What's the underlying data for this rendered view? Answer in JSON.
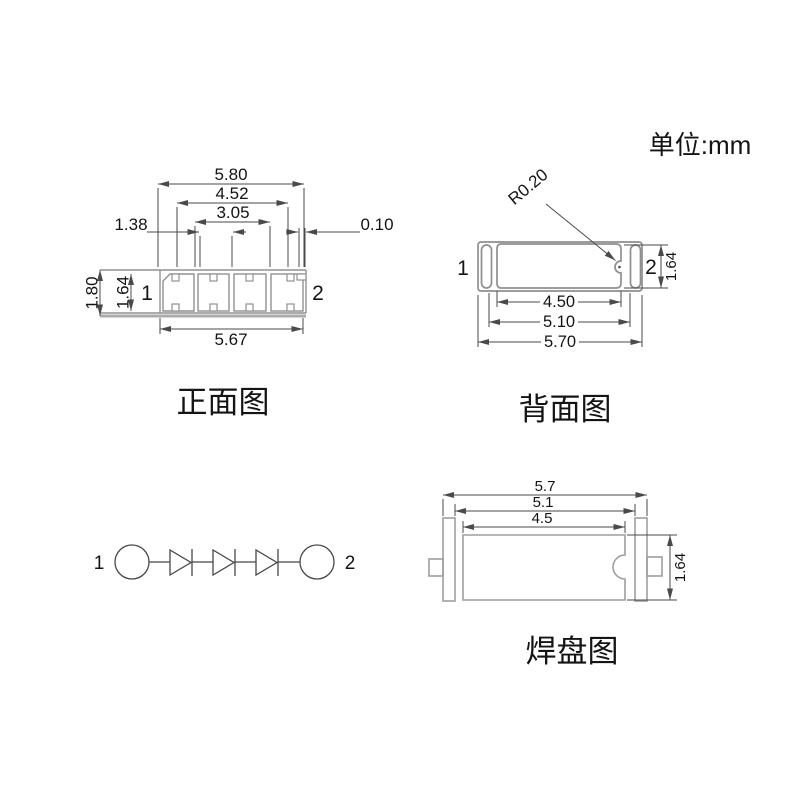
{
  "units_label": "单位:mm",
  "front_view": {
    "title": "正面图",
    "pin1": "1",
    "pin2": "2",
    "dims": {
      "top_width": "5.80",
      "inner_width_1": "4.52",
      "inner_width_2": "3.05",
      "left_offset": "1.38",
      "wall_thickness": "0.10",
      "outer_height": "1.80",
      "inner_height": "1.64",
      "bottom_width": "5.67"
    }
  },
  "back_view": {
    "title": "背面图",
    "pin1": "1",
    "pin2": "2",
    "dims": {
      "notch_radius": "R0.20",
      "inner_width": "4.50",
      "mid_width": "5.10",
      "outer_width": "5.70",
      "height": "1.64"
    }
  },
  "schematic": {
    "pin1": "1",
    "pin2": "2",
    "diode_count": 3
  },
  "pad_view": {
    "title": "焊盘图",
    "dims": {
      "outer_width": "5.7",
      "mid_width": "5.1",
      "inner_width": "4.5",
      "height": "1.64"
    }
  },
  "colors": {
    "background": "#ffffff",
    "outline_gray": "#8f8f8f",
    "dimension": "#4a4a4a",
    "text": "#141414"
  }
}
